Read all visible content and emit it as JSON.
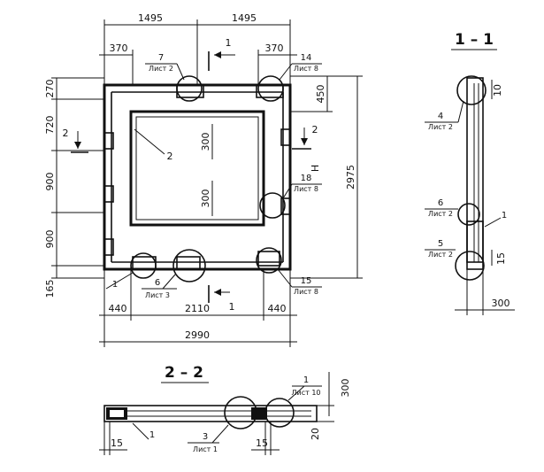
{
  "plan": {
    "top_dims": [
      "1495",
      "1495"
    ],
    "top_sub_dims": [
      "370",
      "370"
    ],
    "bottom_dims": [
      "440",
      "2110",
      "440"
    ],
    "overall_width": "2990",
    "left_dims": [
      "270",
      "720",
      "900",
      "900",
      "165"
    ],
    "right_dims": [
      "450",
      "2975"
    ],
    "inner_dims": [
      "300",
      "300"
    ],
    "height_mark": "H",
    "opening_label": "2",
    "cut_1_label": "1",
    "cut_2_label": "2",
    "callouts": [
      {
        "num": "7",
        "sheet": "Лист 2"
      },
      {
        "num": "14",
        "sheet": "Лист 8"
      },
      {
        "num": "18",
        "sheet": "Лист 8"
      },
      {
        "num": "15",
        "sheet": "Лист 8"
      },
      {
        "num": "6",
        "sheet": "Лист 3"
      },
      {
        "num": "1",
        "sheet": ""
      }
    ]
  },
  "section_1_1": {
    "title": "1 – 1",
    "dims": [
      "10",
      "15",
      "300"
    ],
    "callouts": [
      {
        "num": "4",
        "sheet": "Лист 2"
      },
      {
        "num": "6",
        "sheet": "Лист 2"
      },
      {
        "num": "5",
        "sheet": "Лист 2"
      },
      {
        "num": "1",
        "sheet": ""
      }
    ]
  },
  "section_2_2": {
    "title": "2 – 2",
    "dims": [
      "300",
      "20",
      "15",
      "15"
    ],
    "callouts": [
      {
        "num": "1",
        "sheet": "Лист 10"
      },
      {
        "num": "3",
        "sheet": "Лист 1"
      },
      {
        "num": "1",
        "sheet": ""
      }
    ]
  }
}
